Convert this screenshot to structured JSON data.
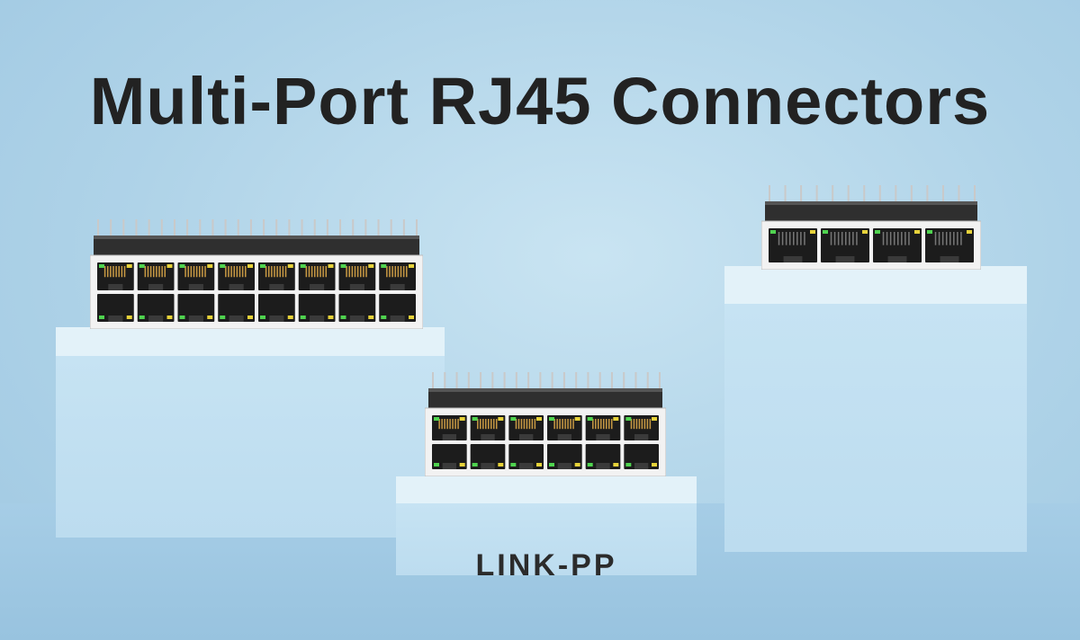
{
  "title": "Multi-Port RJ45 Connectors",
  "brand": "LINK-PP",
  "icons": {
    "connector_left": "rj45-2x8-connector",
    "connector_middle": "rj45-2x6-connector",
    "connector_right": "rj45-1x4-connector"
  },
  "colors": {
    "background": "#afd3e8",
    "title": "#222222",
    "led_green": "#4fd34f",
    "led_yellow": "#e6d23a"
  },
  "connectors": {
    "left": {
      "columns": 8,
      "rows": 2
    },
    "middle": {
      "columns": 6,
      "rows": 2
    },
    "right": {
      "columns": 4,
      "rows": 1
    }
  }
}
